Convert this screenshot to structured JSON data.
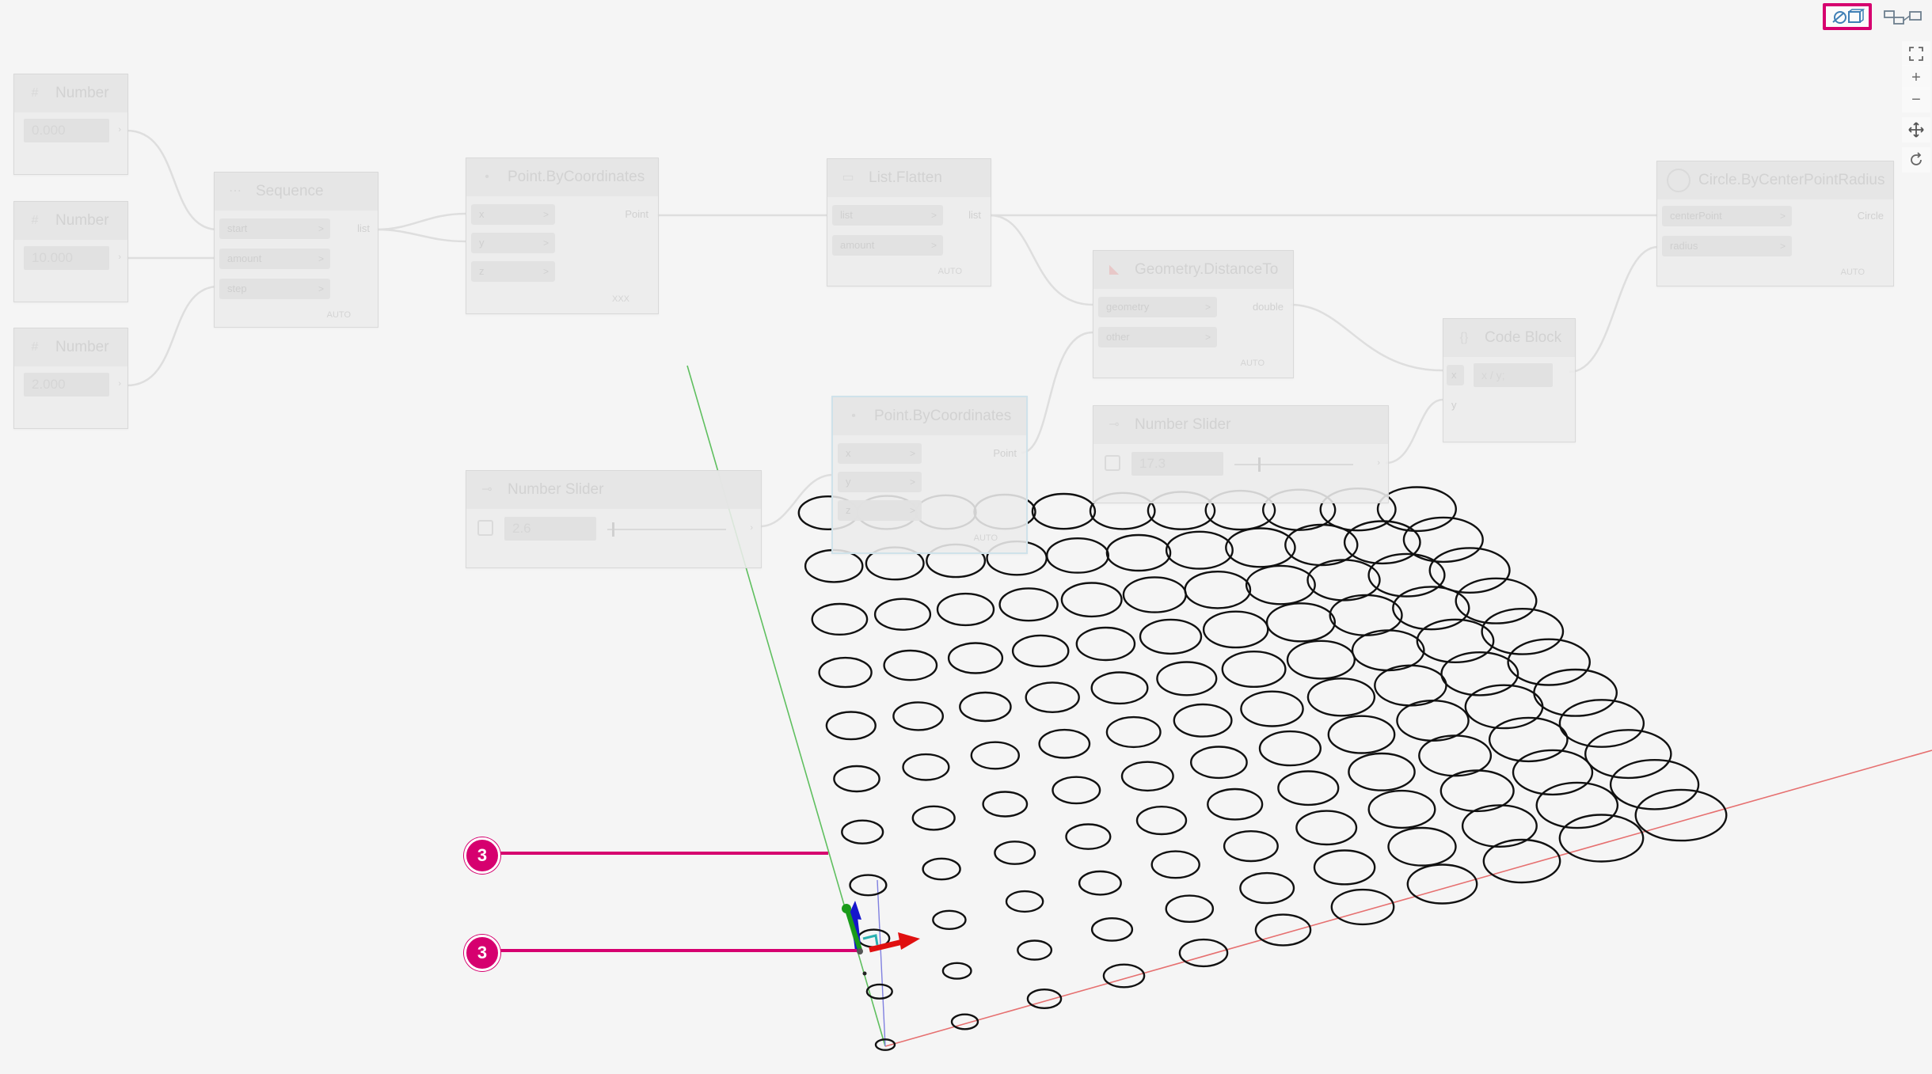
{
  "toolbar": {
    "geometry_toggle_icon": "geometry-view-icon",
    "graph_toggle_icon": "graph-view-icon",
    "active_highlight_color": "#d6006f"
  },
  "nav": {
    "zoom_to_fit_icon": "fit-icon",
    "zoom_in_label": "+",
    "zoom_out_label": "−",
    "pan_icon": "pan-icon",
    "orbit_icon": "orbit-icon"
  },
  "nodes": {
    "number1": {
      "title": "Number",
      "value": "0.000"
    },
    "number2": {
      "title": "Number",
      "value": "10.000"
    },
    "number3": {
      "title": "Number",
      "value": "2.000"
    },
    "sequence": {
      "title": "Sequence",
      "inputs": [
        "start",
        "amount",
        "step"
      ],
      "output": "list",
      "lacing": "AUTO"
    },
    "point1": {
      "title": "Point.ByCoordinates",
      "inputs": [
        "x",
        "y",
        "z"
      ],
      "output": "Point",
      "lacing": "XXX"
    },
    "flatten": {
      "title": "List.Flatten",
      "inputs": [
        "list",
        "amount"
      ],
      "output": "list",
      "lacing": "AUTO"
    },
    "distance": {
      "title": "Geometry.DistanceTo",
      "inputs": [
        "geometry",
        "other"
      ],
      "output": "double",
      "lacing": "AUTO"
    },
    "circle": {
      "title": "Circle.ByCenterPointRadius",
      "inputs": [
        "centerPoint",
        "radius"
      ],
      "output": "Circle",
      "lacing": "AUTO"
    },
    "codeblock": {
      "title": "Code Block",
      "inputs": [
        "x",
        "y"
      ],
      "code": "x / y;"
    },
    "slider1": {
      "title": "Number Slider",
      "value": "17.3"
    },
    "slider2": {
      "title": "Number Slider",
      "value": "2.6"
    },
    "point2": {
      "title": "Point.ByCoordinates",
      "inputs": [
        "x",
        "y",
        "z"
      ],
      "output": "Point",
      "lacing": "AUTO"
    }
  },
  "callouts": [
    {
      "label": "3"
    },
    {
      "label": "3"
    }
  ],
  "colors": {
    "callout": "#d6006f",
    "x_axis": "#e25a5a",
    "y_axis": "#4fae4f",
    "z_axis": "#6b6bd6",
    "circle_stroke": "#111111"
  }
}
